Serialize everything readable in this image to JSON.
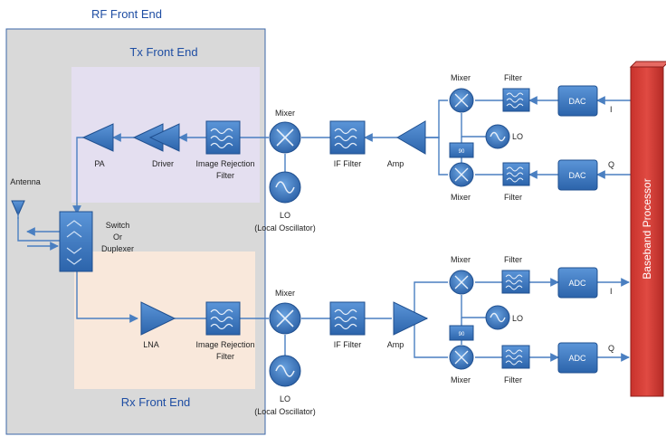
{
  "titles": {
    "rf_front_end": "RF Front End",
    "tx_front_end": "Tx Front End",
    "rx_front_end": "Rx Front End",
    "baseband": "Baseband Processor"
  },
  "labels": {
    "antenna": "Antenna",
    "switch": [
      "Switch",
      "Or",
      "Duplexer"
    ],
    "pa": "PA",
    "driver": "Driver",
    "lna": "LNA",
    "tx_image_filter": [
      "Image Rejection",
      "Filter"
    ],
    "rx_image_filter": [
      "Image Rejection",
      "Filter"
    ],
    "tx_mixer": "Mixer",
    "rx_mixer": "Mixer",
    "tx_lo": [
      "LO",
      "(Local Oscillator)"
    ],
    "rx_lo": [
      "LO",
      "(Local Oscillator)"
    ],
    "tx_if_filter": "IF Filter",
    "rx_if_filter": "IF Filter",
    "tx_amp": "Amp",
    "rx_amp": "Amp",
    "tx_i_mixer": "Mixer",
    "tx_q_mixer": "Mixer",
    "rx_i_mixer": "Mixer",
    "rx_q_mixer": "Mixer",
    "tx_i_filter": "Filter",
    "tx_q_filter": "Filter",
    "rx_i_filter": "Filter",
    "rx_q_filter": "Filter",
    "tx_lo_small": "LO",
    "rx_lo_small": "LO",
    "phase_shift": "90",
    "dac_i": "DAC",
    "dac_q": "DAC",
    "adc_i": "ADC",
    "adc_q": "ADC",
    "tx_i": "I",
    "tx_q": "Q",
    "rx_i": "I",
    "rx_q": "Q"
  },
  "colors": {
    "block": "#3a78c4",
    "block_dark": "#1f4f8f",
    "line": "#4a7fc1",
    "rf_bg": "#d9d9d9",
    "tx_bg": "#e4dff0",
    "rx_bg": "#f9e8db",
    "baseband": "#d73b35"
  }
}
